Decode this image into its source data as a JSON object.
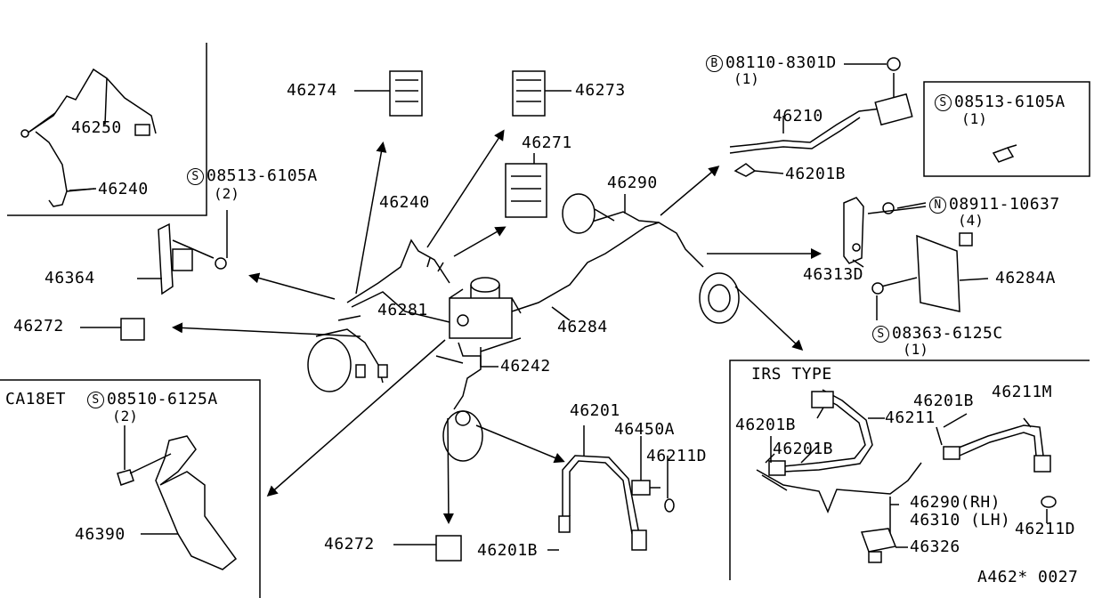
{
  "code": "A462* 0027",
  "labels": {
    "p46274": "46274",
    "p46273": "46273",
    "p46271": "46271",
    "p46250": "46250",
    "p46240a": "46240",
    "p46240b": "46240",
    "p46281": "46281",
    "p46364": "46364",
    "p46272a": "46272",
    "p46272b": "46272",
    "p46284": "46284",
    "p46242": "46242",
    "p46290": "46290",
    "p46210": "46210",
    "p46201Ba": "46201B",
    "p46313D": "46313D",
    "p46284A": "46284A",
    "p46201": "46201",
    "p46450A": "46450A",
    "p46211Da": "46211D",
    "p46201Bb": "46201B",
    "p46390": "46390"
  },
  "fasteners": {
    "s1": {
      "symbol": "S",
      "code": "08513-6105A",
      "qty": "(2)"
    },
    "b1": {
      "symbol": "B",
      "code": "08110-8301D",
      "qty": "(1)"
    },
    "s2": {
      "symbol": "S",
      "code": "08513-6105A",
      "qty": "(1)"
    },
    "n1": {
      "symbol": "N",
      "code": "08911-10637",
      "qty": "(4)"
    },
    "s3": {
      "symbol": "S",
      "code": "08363-6125C",
      "qty": "(1)"
    },
    "s4": {
      "symbol": "S",
      "code": "08510-6125A",
      "qty": "(2)"
    }
  },
  "irs": {
    "title": "IRS TYPE",
    "p46201Ba": "46201B",
    "p46201Bb": "46201B",
    "p46201Bc": "46201B",
    "p46211": "46211",
    "p46211M": "46211M",
    "p46290": "46290(RH)",
    "p46310": "46310 (LH)",
    "p46326": "46326",
    "p46211D": "46211D"
  },
  "ca18et": {
    "title": "CA18ET"
  }
}
